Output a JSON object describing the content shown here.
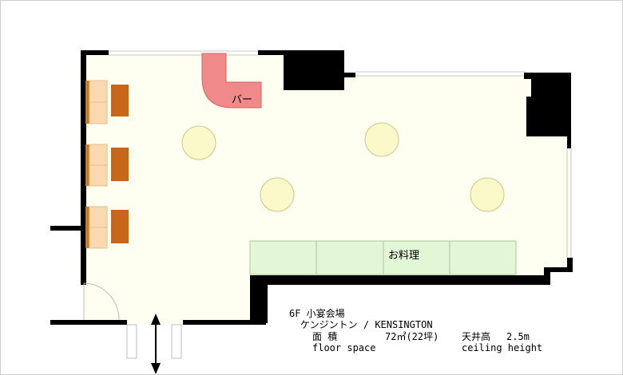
{
  "labels": {
    "bar": "バー",
    "buffet": "お料理"
  },
  "info": {
    "floor_name": "6F 小宴会場",
    "room_name": "ケンジントン / KENSINGTON",
    "area_label": "面  積",
    "area_value": "72㎡(22坪)",
    "area_label_en": "floor space",
    "height_label": "天井高",
    "height_value": "2.5m",
    "height_label_en": "ceiling height"
  },
  "colors": {
    "wall": "#000000",
    "floor": "#fefef1",
    "window_line": "#c8c8c8",
    "bar_counter": "#f08a8a",
    "buffet_table": "#e2f7d6",
    "round_table": "#fbf8c9",
    "sofa": "#fbd9b0",
    "sofa_back": "#cc7a1c",
    "low_table": "#c8661a"
  },
  "icons": [
    "door-swing-icon",
    "double-arrow-icon"
  ]
}
